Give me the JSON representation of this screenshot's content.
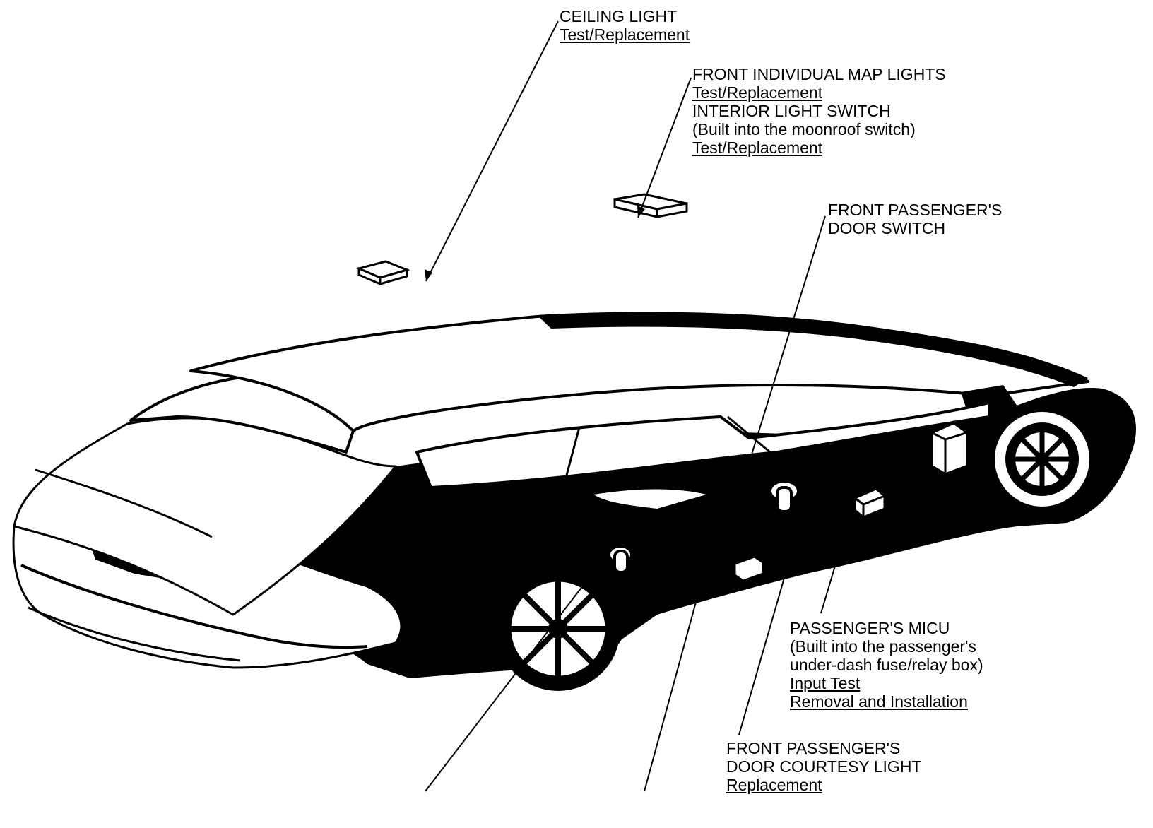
{
  "colors": {
    "ink": "#000000",
    "paper": "#ffffff"
  },
  "callouts": {
    "ceiling_light": {
      "title": "CEILING LIGHT",
      "link": "Test/Replacement"
    },
    "map_lights": {
      "title": "FRONT INDIVIDUAL MAP LIGHTS",
      "link1": "Test/Replacement",
      "switch_title": "INTERIOR LIGHT SWITCH",
      "switch_note": "(Built into the moonroof switch)",
      "link2": "Test/Replacement"
    },
    "door_switch": {
      "line1": "FRONT PASSENGER'S",
      "line2": "DOOR SWITCH"
    },
    "micu": {
      "title": "PASSENGER'S MICU",
      "note1": "(Built into the passenger's",
      "note2": "under-dash fuse/relay box)",
      "link1": "Input Test",
      "link2": "Removal and Installation"
    },
    "courtesy_light": {
      "line1": "FRONT PASSENGER'S",
      "line2": "DOOR COURTESY LIGHT",
      "link": "Replacement"
    }
  }
}
